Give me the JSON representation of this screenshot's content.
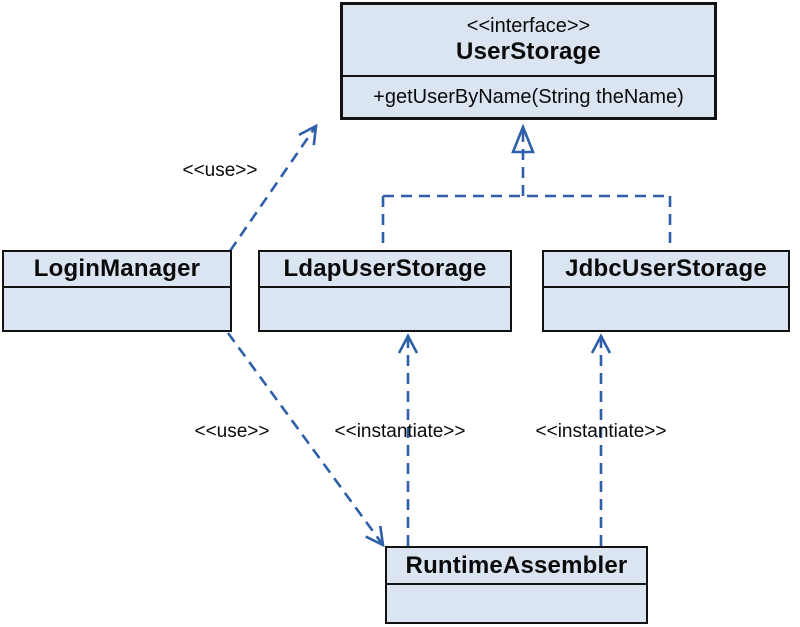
{
  "diagram": {
    "kind": "uml-class-diagram",
    "classes": {
      "user_storage": {
        "stereotype": "<<interface>>",
        "name": "UserStorage",
        "methods": [
          "+getUserByName(String theName)"
        ]
      },
      "login_manager": {
        "name": "LoginManager"
      },
      "ldap_user_storage": {
        "name": "LdapUserStorage"
      },
      "jdbc_user_storage": {
        "name": "JdbcUserStorage"
      },
      "runtime_assembler": {
        "name": "RuntimeAssembler"
      }
    },
    "edge_labels": {
      "use_top": "<<use>>",
      "use_bottom": "<<use>>",
      "instantiate_left": "<<instantiate>>",
      "instantiate_right": "<<instantiate>>"
    },
    "relationships": [
      "LoginManager --use--> UserStorage",
      "LdapUserStorage ..|> UserStorage",
      "JdbcUserStorage ..|> UserStorage",
      "LoginManager --use--> RuntimeAssembler",
      "RuntimeAssembler --instantiate--> LdapUserStorage",
      "RuntimeAssembler --instantiate--> JdbcUserStorage"
    ],
    "colors": {
      "box_fill": "#dbe5f1",
      "box_border": "#121212",
      "connector_blue": "#2e5fa8",
      "background": "#ffffff"
    }
  }
}
